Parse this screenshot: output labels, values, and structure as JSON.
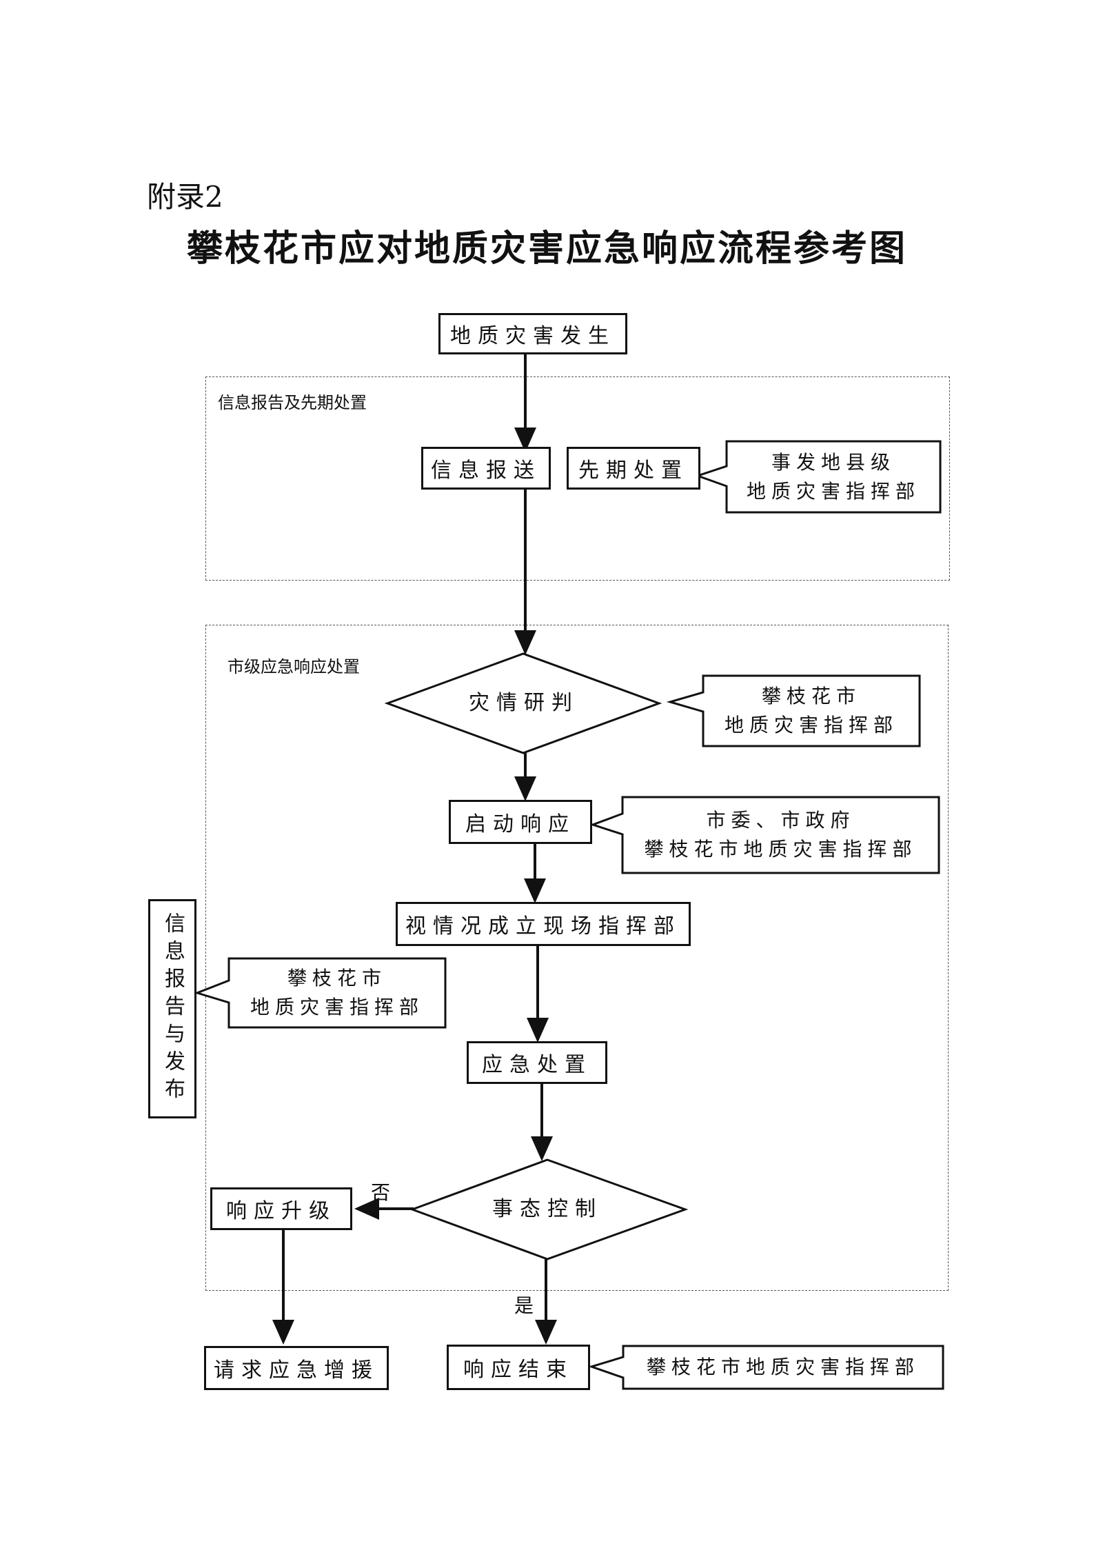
{
  "appendix": "附录2",
  "title": "攀枝花市应对地质灾害应急响应流程参考图",
  "groups": {
    "info_report": "信息报告及先期处置",
    "city_response": "市级应急响应处置"
  },
  "nodes": {
    "occur": "地质灾害发生",
    "report": "信息报送",
    "initial": "先期处置",
    "assess": "灾情研判",
    "launch": "启动响应",
    "onsite": "视情况成立现场指挥部",
    "handle": "应急处置",
    "control": "事态控制",
    "upgrade": "响应升级",
    "reinforce": "请求应急增援",
    "end": "响应结束",
    "publish": "信息报告与发布"
  },
  "callouts": {
    "county_hq": [
      "事发地县级",
      "地质灾害指挥部"
    ],
    "city_hq_assess": [
      "攀枝花市",
      "地质灾害指挥部"
    ],
    "launch_hq": [
      "市委、市政府",
      "攀枝花市地质灾害指挥部"
    ],
    "publish_hq": [
      "攀枝花市",
      "地质灾害指挥部"
    ],
    "end_hq": [
      "攀枝花市地质灾害指挥部"
    ]
  },
  "edge_labels": {
    "no": "否",
    "yes": "是"
  }
}
